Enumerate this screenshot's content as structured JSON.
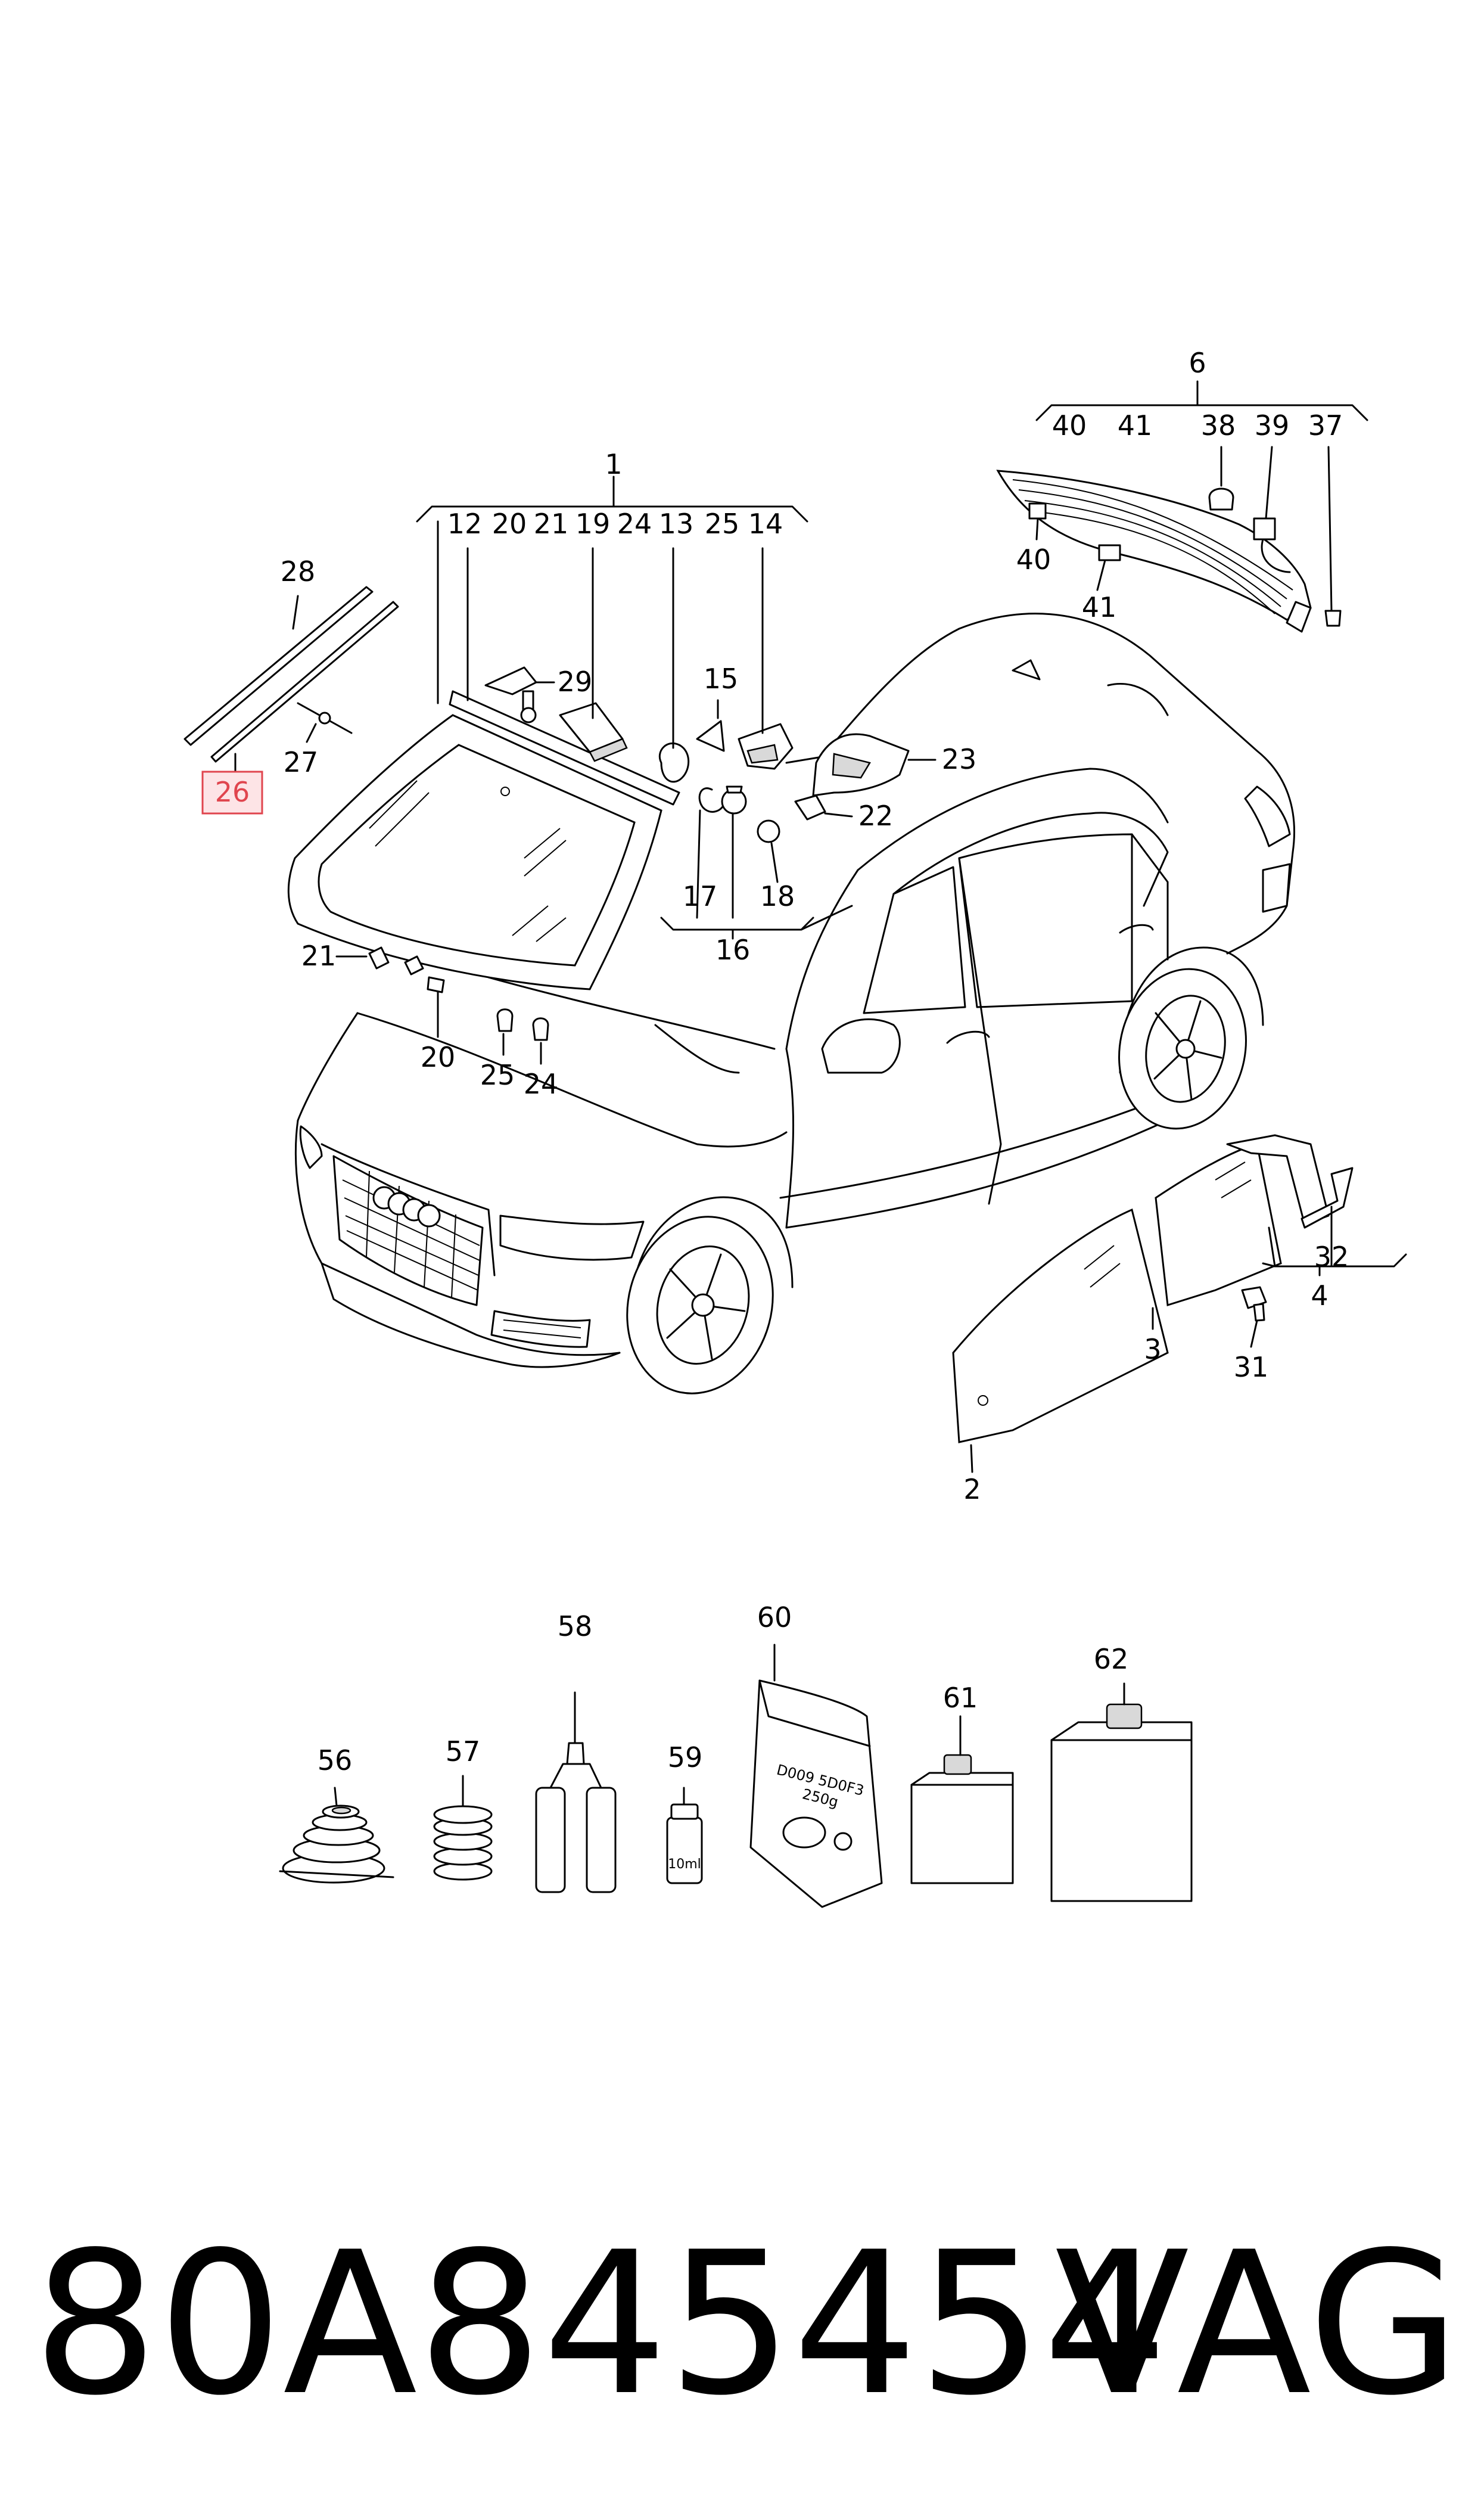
{
  "labels": {
    "l1": "1",
    "l2": "2",
    "l3": "3",
    "l4": "4",
    "l6": "6",
    "l12": "12",
    "l13": "13",
    "l14": "14",
    "l15": "15",
    "l16": "16",
    "l17": "17",
    "l18": "18",
    "l19": "19",
    "l20": "20",
    "l20b": "20",
    "l21": "21",
    "l21b": "21",
    "l22": "22",
    "l23": "23",
    "l24": "24",
    "l24b": "24",
    "l25": "25",
    "l25b": "25",
    "l26": "26",
    "l27": "27",
    "l28": "28",
    "l29": "29",
    "l31": "31",
    "l32": "32",
    "l37": "37",
    "l38": "38",
    "l39": "39",
    "l40": "40",
    "l40b": "40",
    "l41": "41",
    "l41b": "41",
    "l56": "56",
    "l57": "57",
    "l58": "58",
    "l59": "59",
    "l60": "60",
    "l61": "61",
    "l62": "62"
  },
  "accessory_text": {
    "bottle_volume": "10ml",
    "bag_line1": "D009 5D0F3",
    "bag_line2": "250g"
  },
  "highlight_color": "#e0454e",
  "footer": {
    "part_number": "80A845454",
    "brand": "VAG"
  }
}
